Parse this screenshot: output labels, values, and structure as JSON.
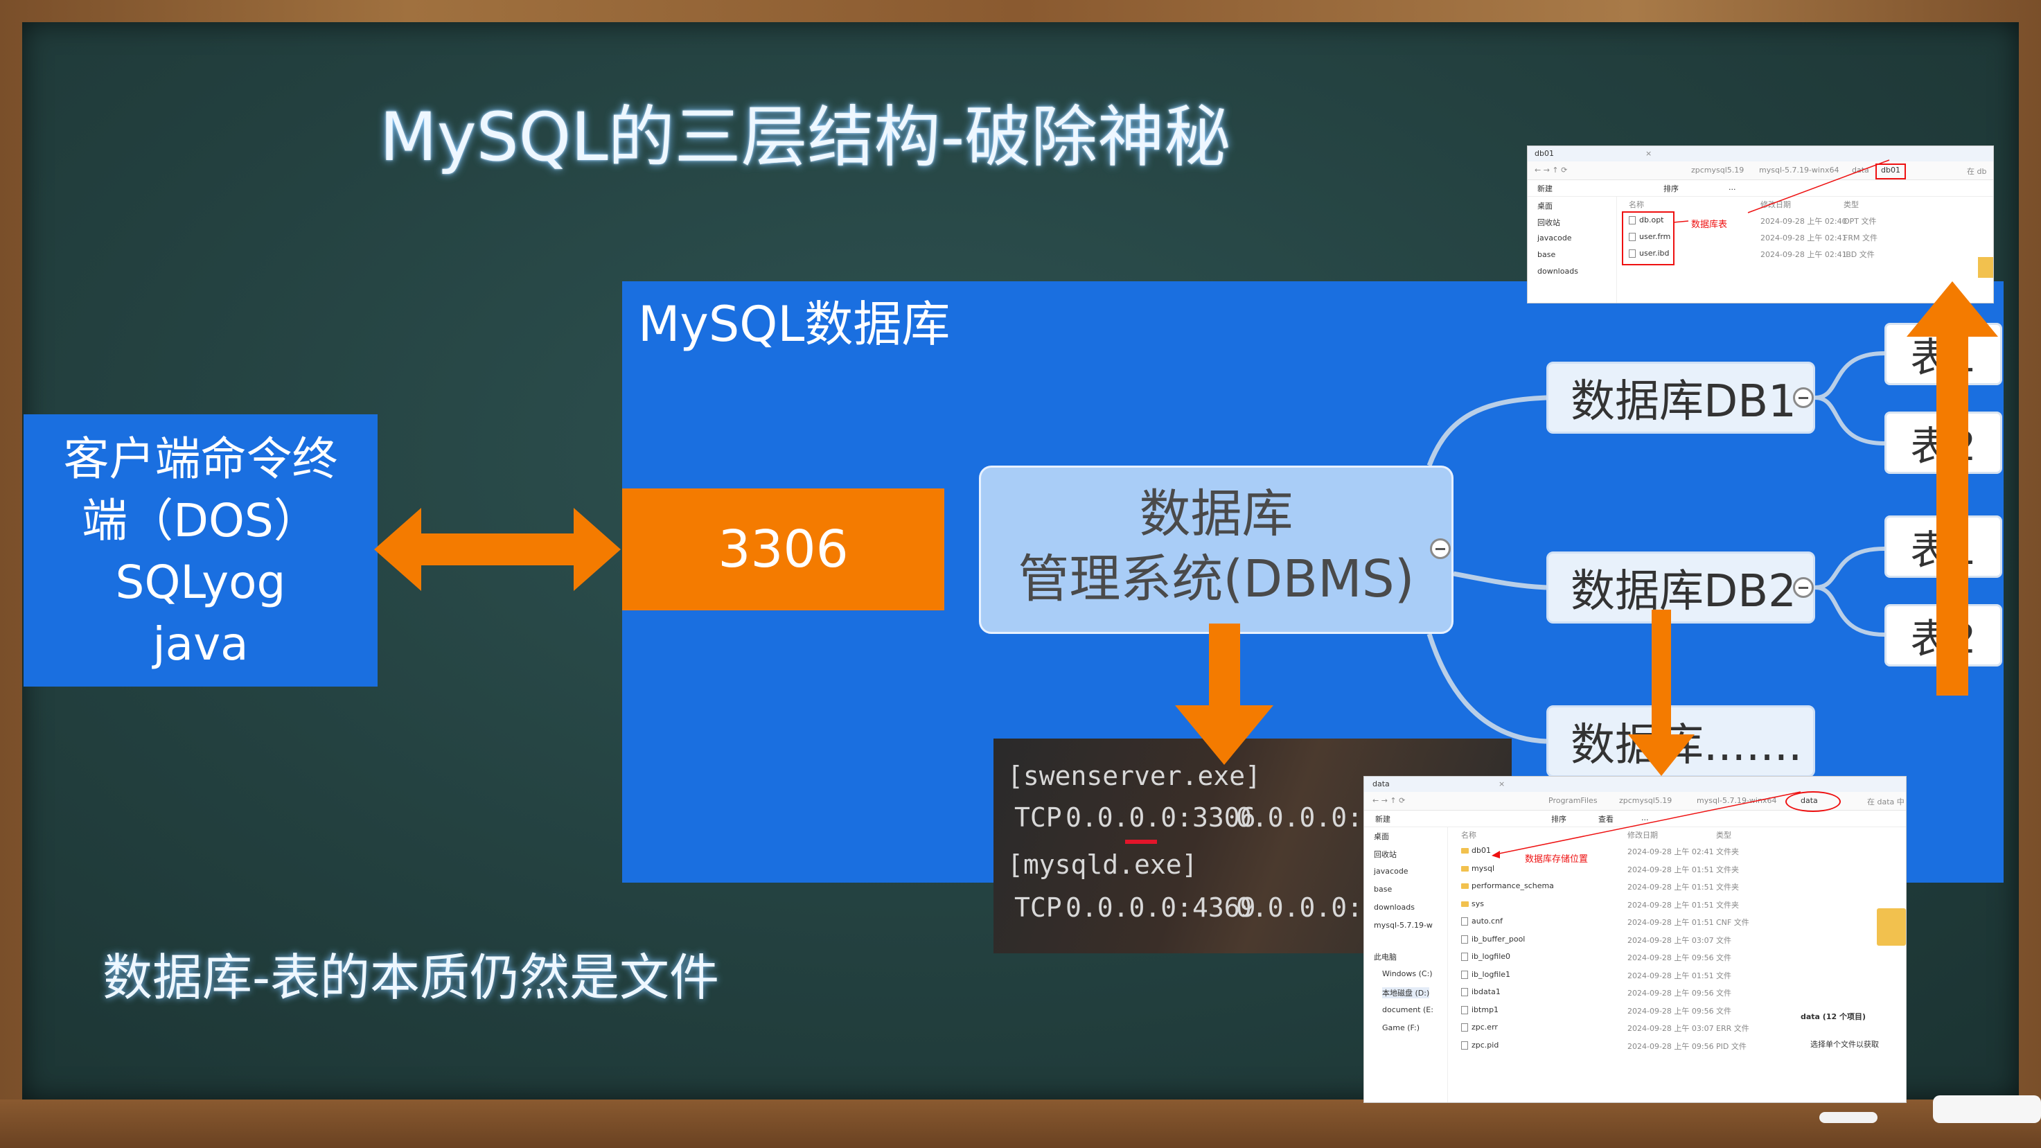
{
  "title": "MySQL的三层结构-破除神秘",
  "subtitle": "数据库-表的本质仍然是文件",
  "client": {
    "lines": [
      "客户端命令终",
      "端（DOS）",
      "SQLyog",
      "java"
    ]
  },
  "db_panel_label": "MySQL数据库",
  "port": "3306",
  "dbms": {
    "line1": "数据库",
    "line2": "管理系统(DBMS)"
  },
  "databases": [
    "数据库DB1",
    "数据库DB2",
    "数据库......."
  ],
  "tables": {
    "db1": [
      "表1",
      "表2"
    ],
    "db2": [
      "表1",
      "表2"
    ]
  },
  "terminal": {
    "lines": [
      "[swenserver.exe]",
      "TCP",
      "0.0.0.0:3306",
      "0.0.0.0:0",
      "[mysqld.exe]",
      "TCP",
      "0.0.0.0:4369",
      "0.0.0.0:0"
    ]
  },
  "explorer_db01": {
    "tab": "db01",
    "path": [
      "zpcmysql5.19",
      "mysql-5.7.19-winx64",
      "data",
      "db01"
    ],
    "search": "在 db",
    "toolbar": [
      "新建",
      "排序",
      "..."
    ],
    "sidebar": [
      "桌面",
      "回收站",
      "javacode",
      "base",
      "downloads"
    ],
    "columns": [
      "名称",
      "修改日期",
      "类型"
    ],
    "files": [
      {
        "name": "db.opt",
        "date": "2024-09-28 上午 02:40",
        "type": "OPT 文件"
      },
      {
        "name": "user.frm",
        "date": "2024-09-28 上午 02:41",
        "type": "FRM 文件"
      },
      {
        "name": "user.ibd",
        "date": "2024-09-28 上午 02:41",
        "type": "IBD 文件"
      }
    ],
    "annotation": "数据库表"
  },
  "explorer_data": {
    "tab": "data",
    "path": [
      "ProgramFiles",
      "zpcmysql5.19",
      "mysql-5.7.19-winx64",
      "data"
    ],
    "search": "在 data 中",
    "toolbar": [
      "新建",
      "排序",
      "查看",
      "..."
    ],
    "sidebar": [
      "桌面",
      "回收站",
      "javacode",
      "base",
      "downloads",
      "mysql-5.7.19-w",
      "此电脑",
      "Windows (C:)",
      "本地磁盘 (D:)",
      "document (E:",
      "Game (F:)"
    ],
    "columns": [
      "名称",
      "修改日期",
      "类型"
    ],
    "files": [
      {
        "name": "db01",
        "date": "2024-09-28 上午 02:41",
        "type": "文件夹"
      },
      {
        "name": "mysql",
        "date": "2024-09-28 上午 01:51",
        "type": "文件夹"
      },
      {
        "name": "performance_schema",
        "date": "2024-09-28 上午 01:51",
        "type": "文件夹"
      },
      {
        "name": "sys",
        "date": "2024-09-28 上午 01:51",
        "type": "文件夹"
      },
      {
        "name": "auto.cnf",
        "date": "2024-09-28 上午 01:51",
        "type": "CNF 文件"
      },
      {
        "name": "ib_buffer_pool",
        "date": "2024-09-28 上午 03:07",
        "type": "文件"
      },
      {
        "name": "ib_logfile0",
        "date": "2024-09-28 上午 09:56",
        "type": "文件"
      },
      {
        "name": "ib_logfile1",
        "date": "2024-09-28 上午 01:51",
        "type": "文件"
      },
      {
        "name": "ibdata1",
        "date": "2024-09-28 上午 09:56",
        "type": "文件"
      },
      {
        "name": "ibtmp1",
        "date": "2024-09-28 上午 09:56",
        "type": "文件"
      },
      {
        "name": "zpc.err",
        "date": "2024-09-28 上午 03:07",
        "type": "ERR 文件"
      },
      {
        "name": "zpc.pid",
        "date": "2024-09-28 上午 09:56",
        "type": "PID 文件"
      }
    ],
    "annotation": "数据库存储位置",
    "status": "data (12 个项目)",
    "hint": "选择单个文件以获取"
  },
  "colors": {
    "blue_panel": "#1a6fe0",
    "orange": "#f47b00",
    "dbms_fill": "#a9cdf7"
  }
}
